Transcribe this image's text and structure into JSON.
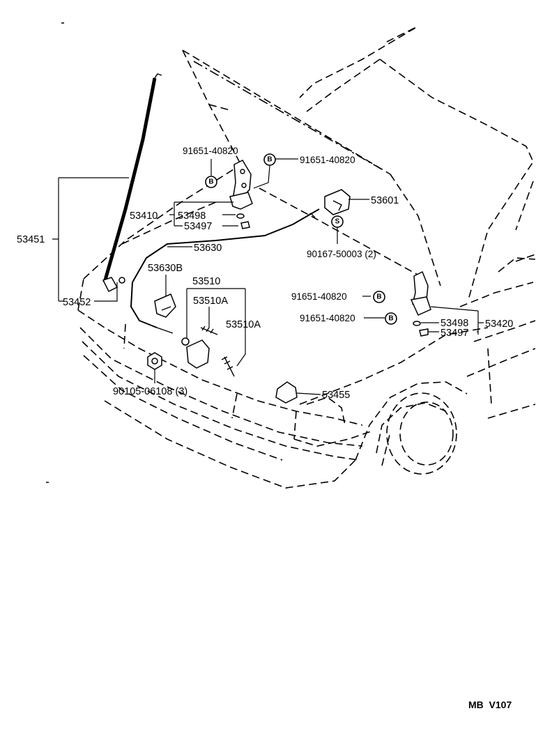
{
  "labels": {
    "p53451": "53451",
    "p53452": "53452",
    "p91651_a": "91651-40820",
    "p91651_b": "91651-40820",
    "p91651_c": "91651-40820",
    "p91651_d": "91651-40820",
    "p53410": "53410",
    "p53498_a": "53498",
    "p53497_a": "53497",
    "p53601": "53601",
    "p90167": "90167-50003 (2)",
    "p53630": "53630",
    "p53630b": "53630B",
    "p53510": "53510",
    "p53510a_a": "53510A",
    "p53510a_b": "53510A",
    "p90105": "90105-06108 (3)",
    "p53455": "53455",
    "p53498_b": "53498",
    "p53497_b": "53497",
    "p53420": "53420"
  },
  "marks": {
    "b1": "B",
    "b2": "B",
    "b3": "B",
    "b4": "B",
    "s1": "S"
  },
  "footer": {
    "code": "MB  V107"
  }
}
